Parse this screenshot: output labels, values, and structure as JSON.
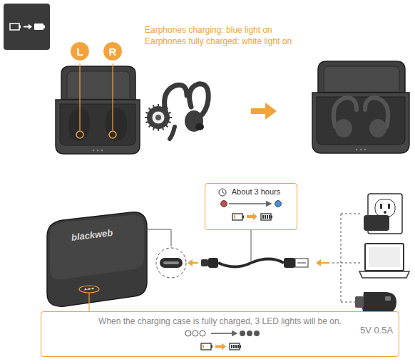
{
  "diagram": {
    "nodes": [
      {
        "text": [
          "L"
        ]
      },
      {
        "text": [
          "R"
        ]
      },
      {
        "text": [
          "About 3 hours"
        ]
      },
      {
        "text": [
          "When the charging case is fully charged, 3 LED lights will be on."
        ]
      }
    ],
    "labels": [
      "Earphones charging: blue light on",
      "Earphones fully charged: white light on",
      "blackweb",
      "5V 0.5A"
    ]
  }
}
